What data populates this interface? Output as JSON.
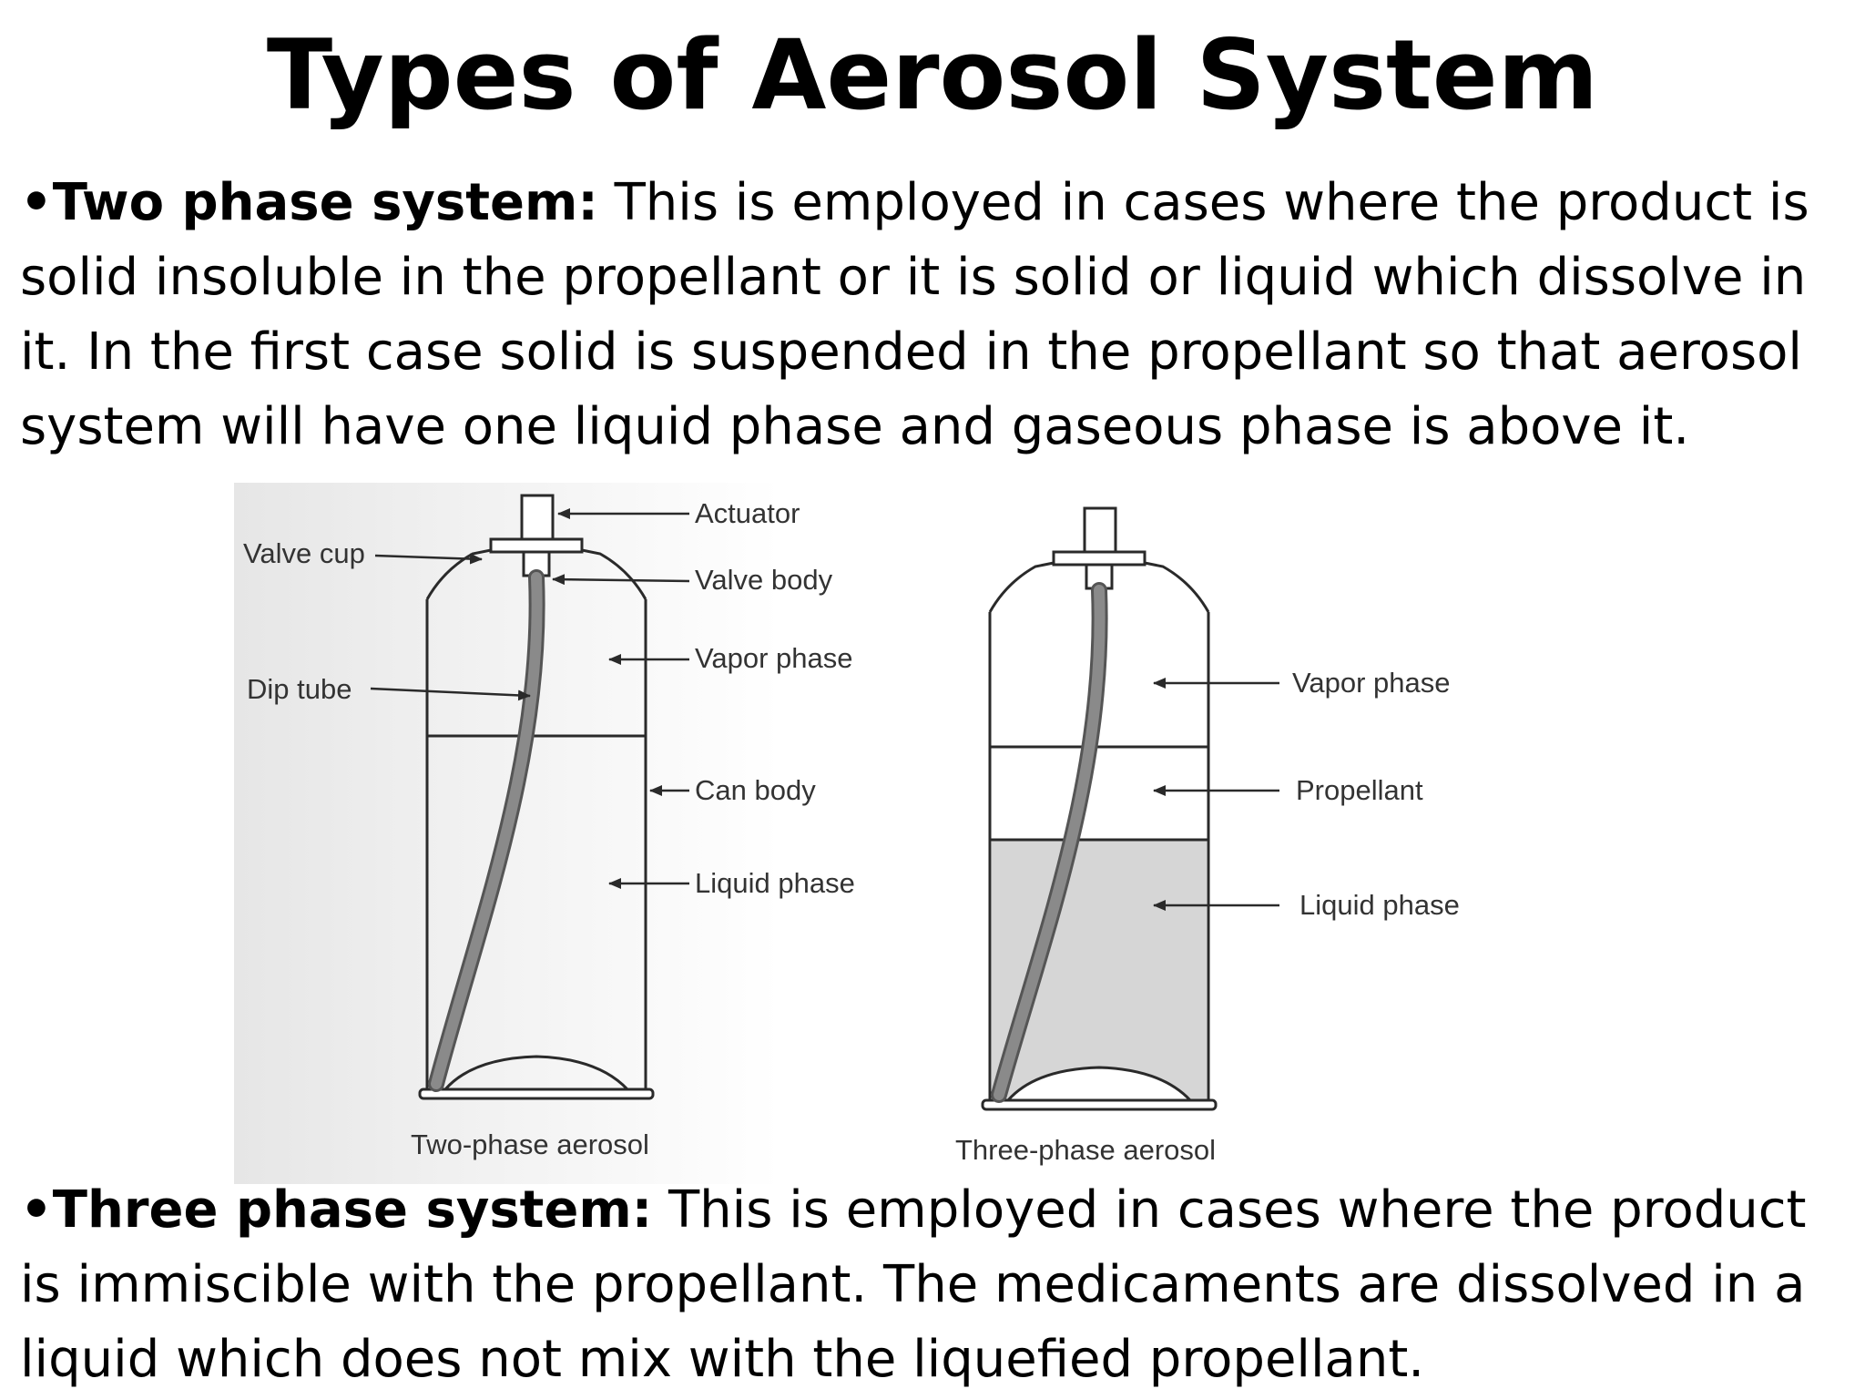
{
  "title": "Types of Aerosol System",
  "two_phase": {
    "bullet": "•",
    "heading": "Two phase system:",
    "text": " This is employed in cases where the product is solid insoluble in the propellant or it is solid or liquid which dissolve in it. In the first case solid is suspended in the propellant so that aerosol system will have one liquid phase and gaseous phase is above it."
  },
  "three_phase": {
    "bullet": "•",
    "heading": "Three phase system:",
    "text": " This is employed in cases where the product is immiscible with the propellant. The medicaments are dissolved in a liquid which does not mix with the liquefied propellant."
  },
  "figure": {
    "left_labels": {
      "actuator": "Actuator",
      "valve_cup": "Valve cup",
      "valve_body": "Valve body",
      "vapor_phase": "Vapor phase",
      "dip_tube": "Dip tube",
      "can_body": "Can body",
      "liquid_phase": "Liquid phase",
      "caption": "Two-phase aerosol"
    },
    "right_labels": {
      "vapor_phase": "Vapor phase",
      "propellant": "Propellant",
      "liquid_phase": "Liquid phase",
      "caption": "Three-phase aerosol"
    },
    "colors": {
      "stroke": "#2a2a2a",
      "liquid_fill": "#d6d6d6",
      "tube": "#707070",
      "panel": "#ececec"
    }
  }
}
